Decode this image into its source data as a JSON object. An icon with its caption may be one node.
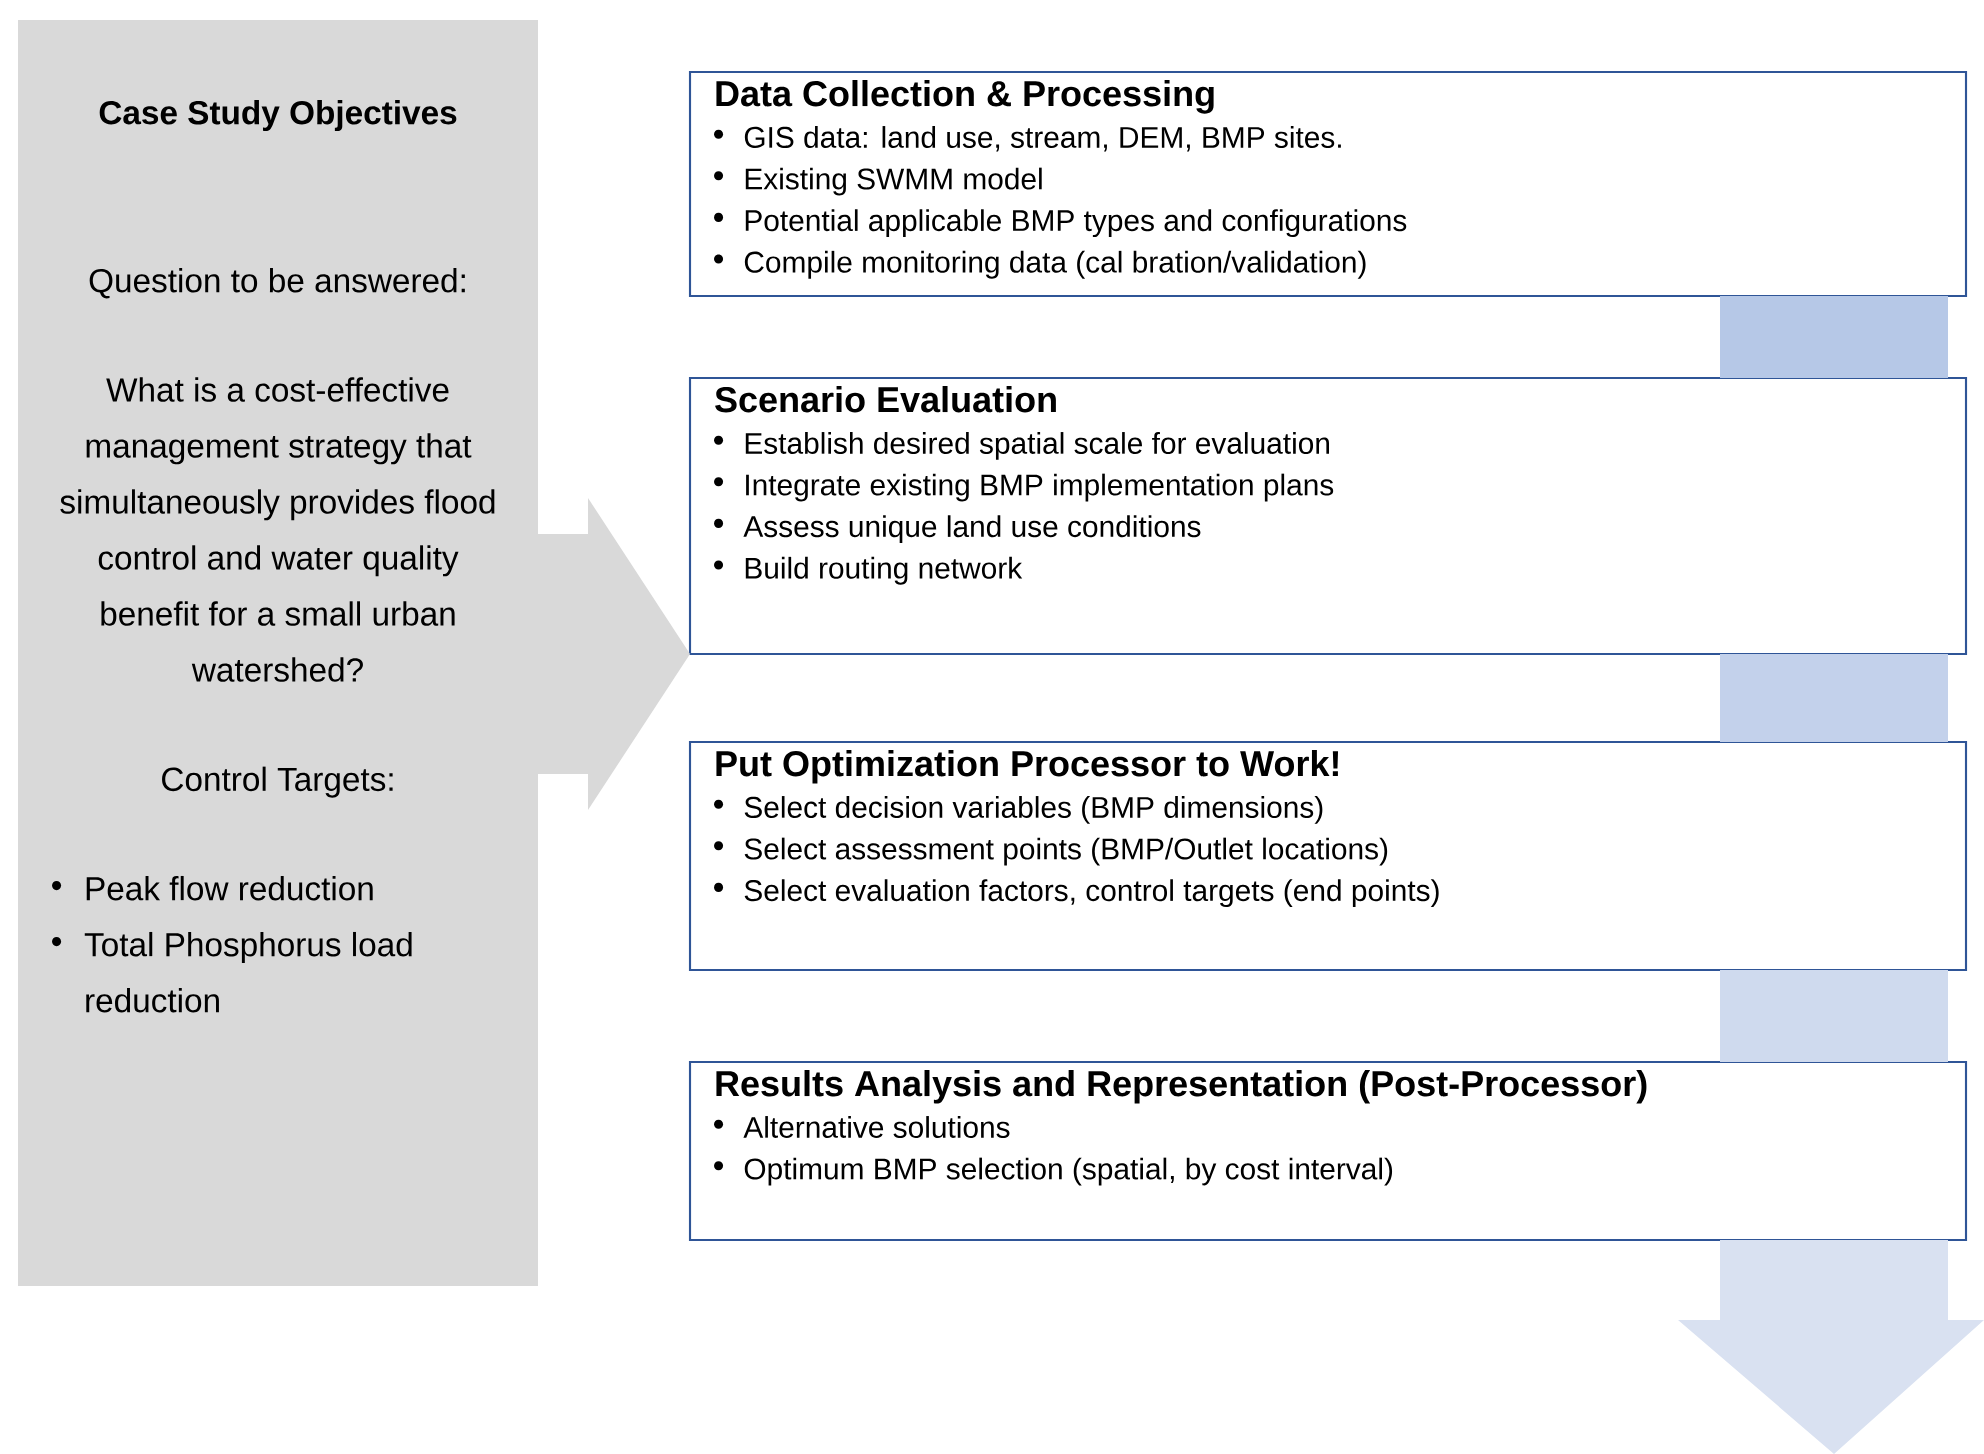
{
  "diagram": {
    "nodes": [
      {
        "text": [
          "Case Study Objectives",
          "Question to be answered:",
          "What is a cost-effective management strategy that simultaneously provides flood control and water quality benefit for a small urban watershed?",
          "Control Targets:",
          "Peak flow reduction",
          "Total Phosphorus load reduction"
        ]
      },
      {
        "text": [
          "Data Collection & Processing",
          "GIS data: land use, stream, DEM, BMP sites.",
          "Existing SWMM model",
          "Potential applicable BMP types and configurations",
          "Compile monitoring data (cal bration/validation)"
        ]
      },
      {
        "text": [
          "Scenario Evaluation",
          "Establish desired spatial scale for evaluation",
          "Integrate existing BMP implementation plans",
          "Assess unique land use conditions",
          "Build routing network"
        ]
      },
      {
        "text": [
          "Put Optimization Processor to Work!",
          "Select decision variables (BMP dimensions)",
          "Select assessment points (BMP/Outlet locations)",
          "Select evaluation factors, control targets (end points)"
        ]
      },
      {
        "text": [
          "Results Analysis and Representation (Post-Processor)",
          "Alternative solutions",
          "Optimum BMP selection (spatial, by cost interval)"
        ]
      }
    ],
    "edges": [
      {
        "from": 0,
        "to": 2,
        "arrow": "to"
      },
      {
        "from": 1,
        "to": 2,
        "arrow": "none"
      },
      {
        "from": 2,
        "to": 3,
        "arrow": "none"
      },
      {
        "from": 3,
        "to": 4,
        "arrow": "none"
      },
      {
        "from": 4,
        "to": null,
        "arrow": "to"
      }
    ]
  }
}
